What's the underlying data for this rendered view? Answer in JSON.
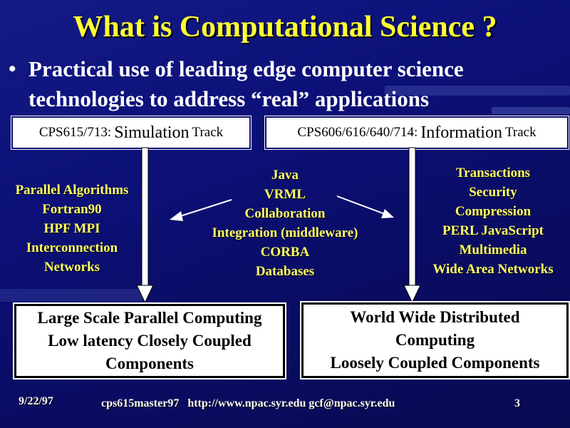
{
  "title": "What is Computational Science ?",
  "bullet": {
    "line1": "Practical use of leading edge computer science",
    "line2": "technologies to address “real” applications"
  },
  "tracks": {
    "simulation": {
      "prefix": "CPS615/713:",
      "main": "Simulation",
      "suffix": "Track"
    },
    "information": {
      "prefix": "CPS606/616/640/714:",
      "main": "Information",
      "suffix": "Track"
    }
  },
  "columns": {
    "left": [
      "Parallel Algorithms",
      "Fortran90",
      "HPF MPI",
      "Interconnection",
      "Networks"
    ],
    "middle": [
      "Java",
      "VRML",
      "Collaboration",
      "Integration (middleware)",
      "CORBA",
      "Databases"
    ],
    "right": [
      "Transactions",
      "Security",
      "Compression",
      "PERL JavaScript",
      "Multimedia",
      "Wide Area Networks"
    ]
  },
  "results": {
    "left": [
      "Large Scale Parallel Computing",
      "Low latency Closely Coupled",
      "Components"
    ],
    "right": [
      "World Wide Distributed",
      "Computing",
      "Loosely Coupled Components"
    ]
  },
  "footer": {
    "date": "9/22/97",
    "center": "cps615master97   http://www.npac.syr.edu gcf@npac.syr.edu",
    "page": "3"
  },
  "colors": {
    "title": "#ffff33",
    "list_text": "#ffff66",
    "background": "#0a0c6e",
    "arrow": "#ffffff"
  }
}
